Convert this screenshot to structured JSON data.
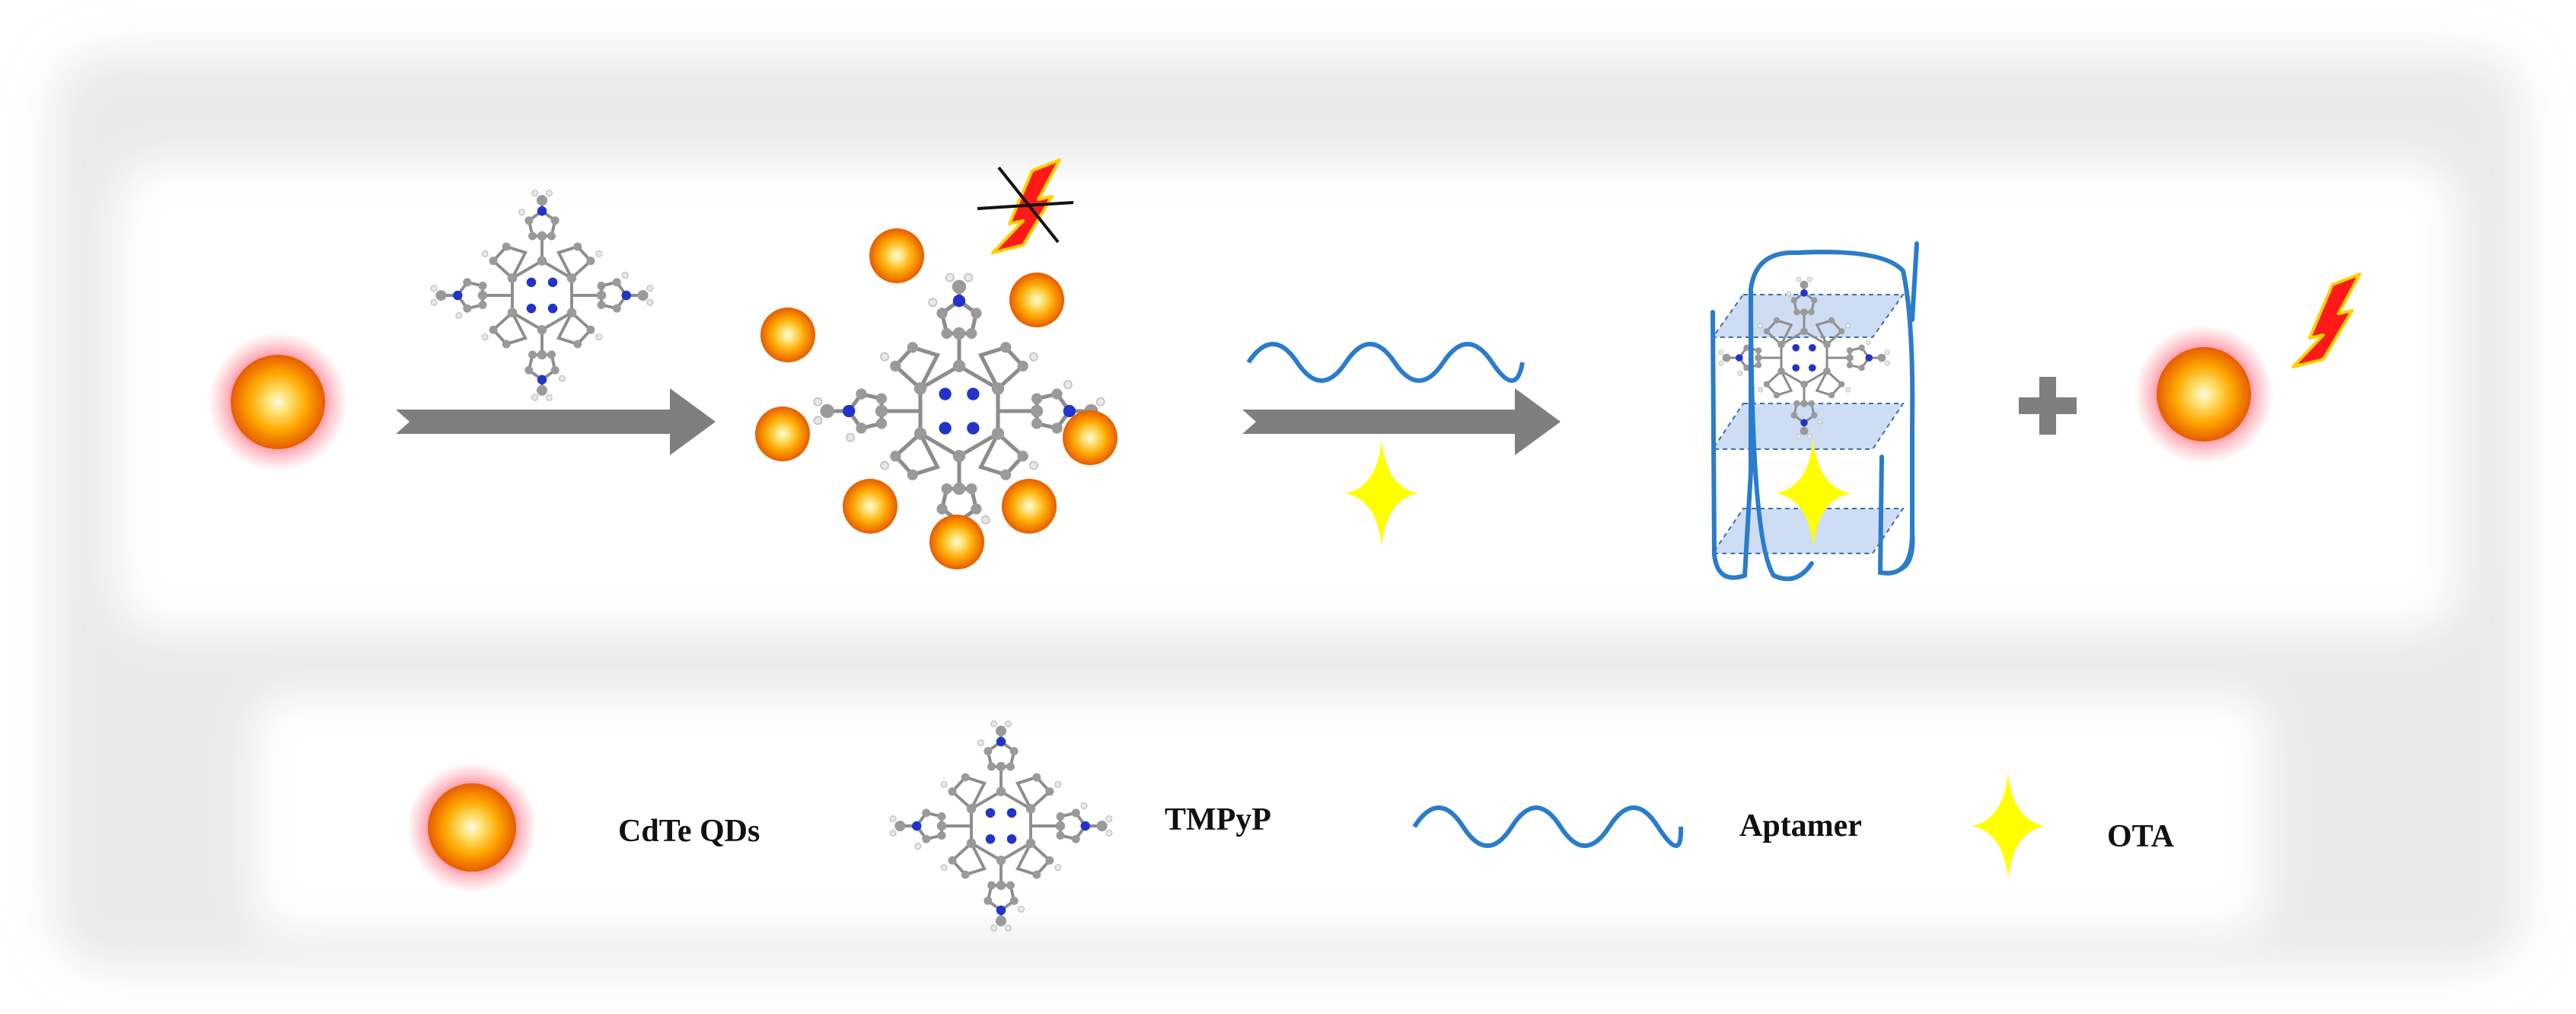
{
  "legend": {
    "qd_label": "CdTe QDs",
    "porphyrin_label": "TMPyP",
    "aptamer_label": "Aptamer",
    "target_label": "OTA"
  },
  "colors": {
    "qd_core": "#fff8c8",
    "qd_mid": "#ffb000",
    "qd_edge": "#e86a00",
    "qd_glow": "#ff5a6a",
    "arrow": "#7f7f7f",
    "aptamer": "#2a7ccc",
    "ota_star": "#ffff00",
    "flash_red": "#ff1a1a",
    "flash_yellow": "#ffd200",
    "quartet_plane": "#b9cfee",
    "porphyrin_carbon": "#8f8f8f",
    "porphyrin_nitrogen": "#2233cc"
  },
  "icons": {
    "qd": "orange-sphere-icon",
    "porphyrin": "molecule-icon",
    "aptamer": "sine-wave-icon",
    "ota": "four-point-star-icon",
    "fluorescence": "lightning-bolt-icon",
    "quenched": "crossed-lightning-icon",
    "add": "plus-icon"
  }
}
